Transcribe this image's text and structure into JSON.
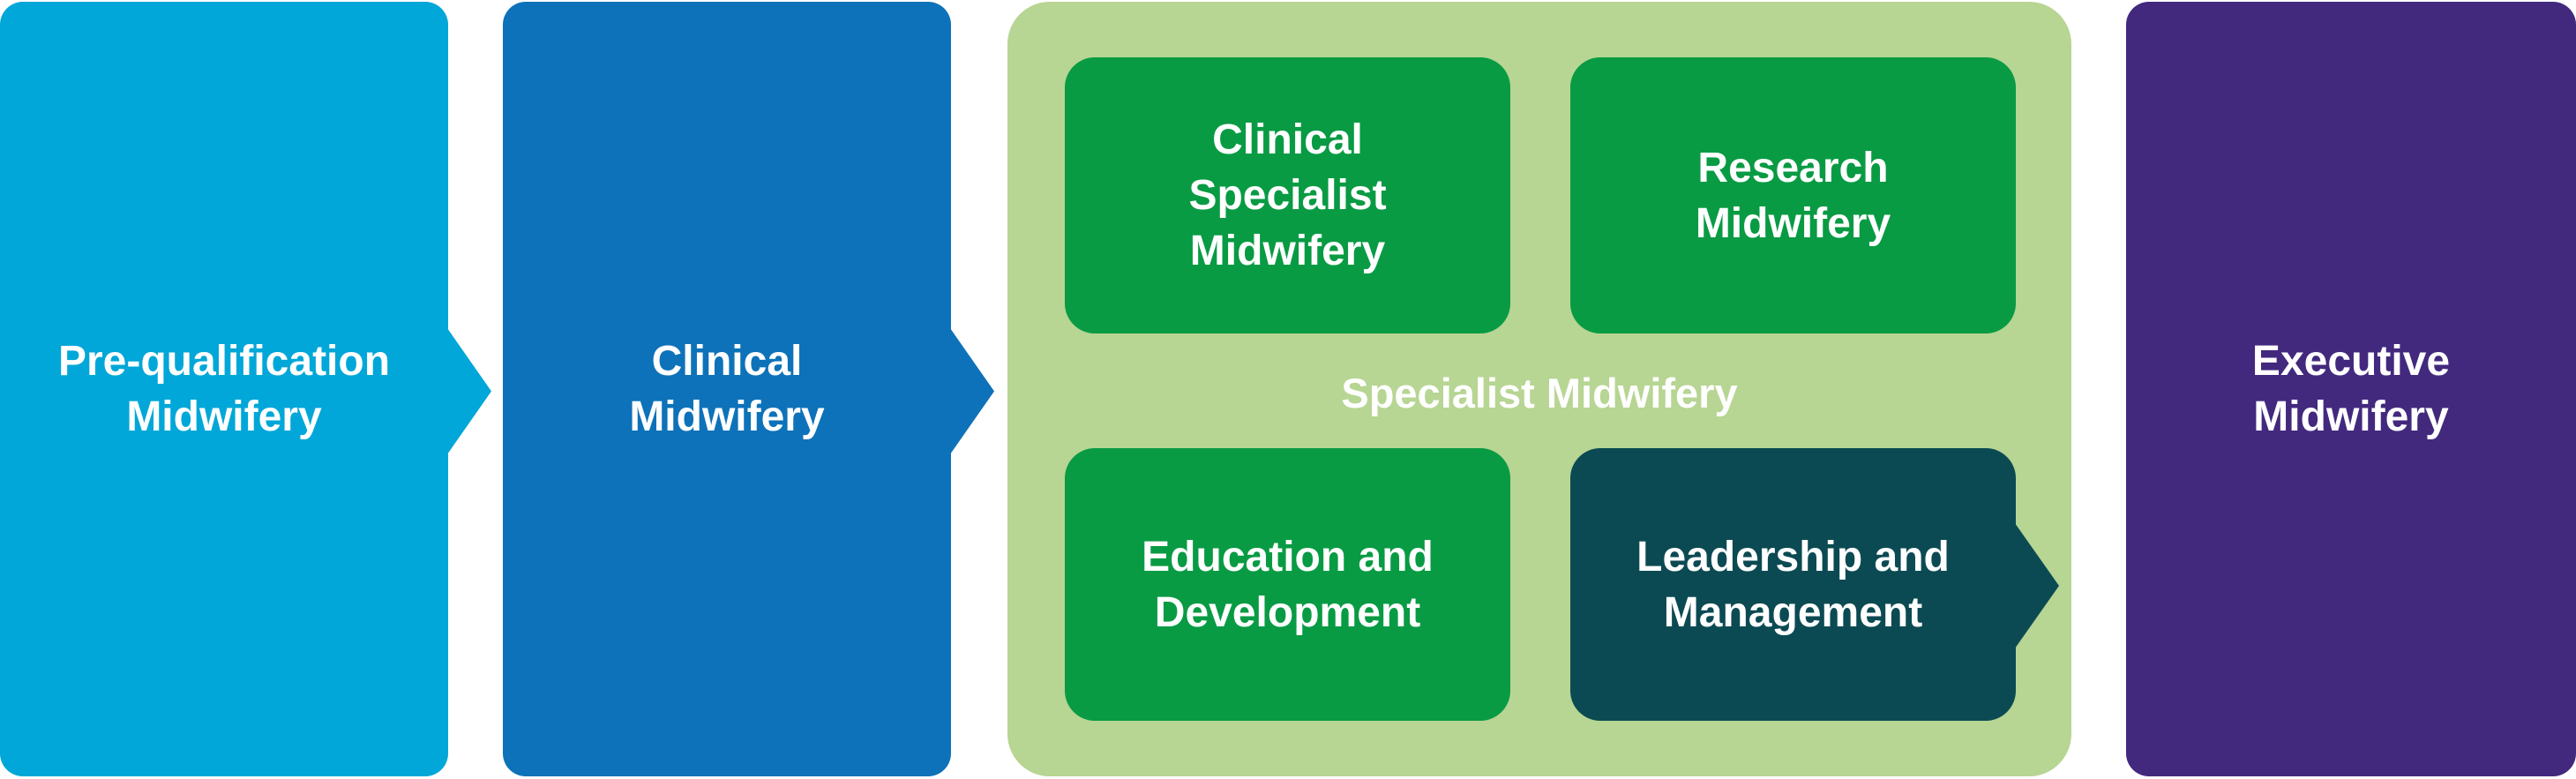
{
  "colors": {
    "cyan": "#01A7D8",
    "blue": "#0D72B9",
    "light_green": "#B7D593",
    "green": "#089B43",
    "teal": "#0C4A53",
    "purple": "#42297E",
    "label_text": "#FFFFFF"
  },
  "stages": {
    "pre_qualification": {
      "label": "Pre-qualification\nMidwifery"
    },
    "clinical": {
      "label": "Clinical\nMidwifery"
    },
    "specialist": {
      "label": "Specialist Midwifery",
      "sub_boxes": {
        "clinical_specialist": {
          "label": "Clinical\nSpecialist\nMidwifery"
        },
        "research": {
          "label": "Research\nMidwifery"
        },
        "education": {
          "label": "Education and\nDevelopment"
        },
        "leadership": {
          "label": "Leadership and\nManagement"
        }
      }
    },
    "executive": {
      "label": "Executive\nMidwifery"
    }
  }
}
